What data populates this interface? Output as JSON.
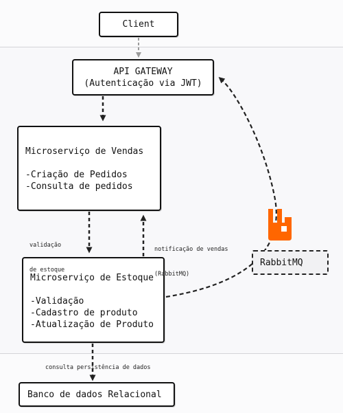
{
  "client": {
    "label": "Client"
  },
  "gateway": {
    "title": "API GATEWAY",
    "subtitle": "(Autenticação via JWT)"
  },
  "vendas": {
    "title": "Microserviço de Vendas",
    "items": [
      "-Criação de Pedidos",
      "-Consulta de pedidos"
    ]
  },
  "estoque": {
    "title": "Microserviço de Estoque",
    "items": [
      "-Validação",
      "-Cadastro de produto",
      "-Atualização de Produto"
    ]
  },
  "labels": {
    "validacao": [
      "validação",
      "de estoque"
    ],
    "notificacao": [
      "notificação de vendas",
      "(RabbitMQ)"
    ],
    "consulta": "consulta persistência de dados"
  },
  "rabbitmq": {
    "label": "RabbitMQ",
    "logo_color": "#ff6600",
    "logo_icon": "rabbitmq-logo-icon"
  },
  "database": {
    "label": "Banco de dados Relacional"
  }
}
